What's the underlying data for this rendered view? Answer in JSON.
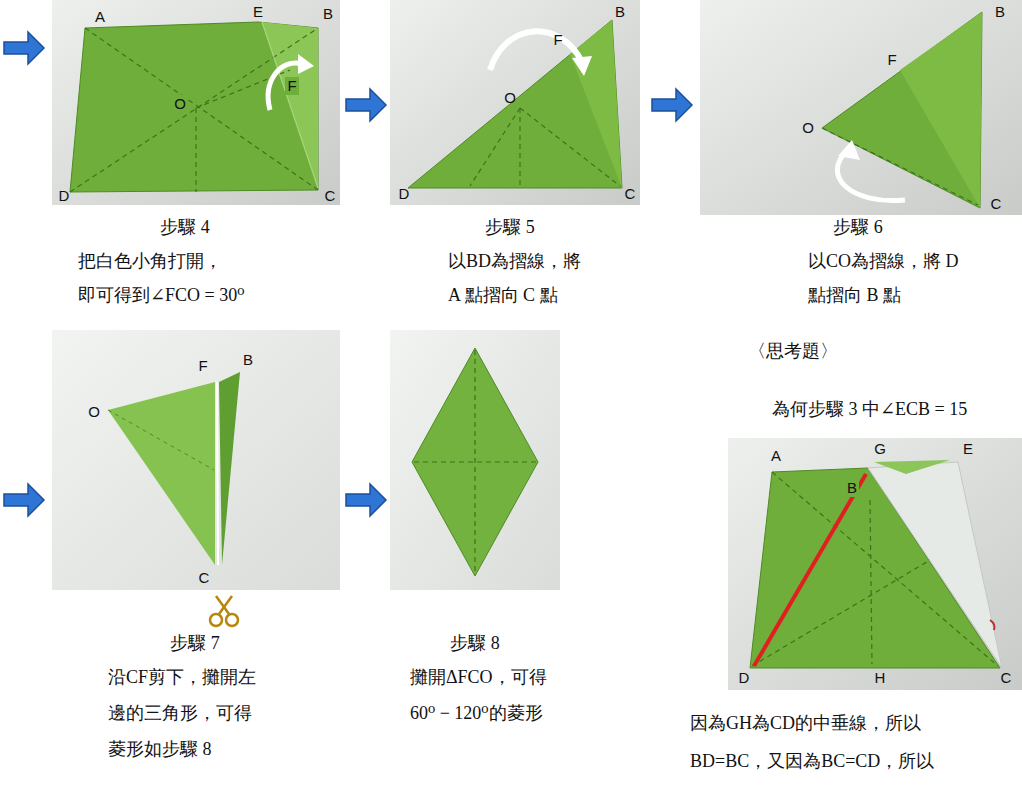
{
  "diagram": {
    "labels": [
      "A",
      "E",
      "B",
      "F",
      "O",
      "D",
      "C",
      "F",
      "B",
      "O",
      "D",
      "C",
      "B",
      "F",
      "O",
      "C",
      "步驟 4",
      "把白色小角打開，",
      "即可得到∠FCO = 30⁰",
      "步驟 5",
      "以BD為摺線，將",
      "A 點摺向 C 點",
      "步驟 6",
      "以CO為摺線，將 D",
      "點摺向 B 點",
      "〈思考題〉",
      "為何步驟 3 中∠ECB = 15",
      "F",
      "B",
      "O",
      "C",
      "A",
      "G",
      "E",
      "B",
      "D",
      "H",
      "C",
      "步驟 7",
      "沿CF剪下，攤開左",
      "邊的三角形，可得",
      "菱形如步驟 8",
      "步驟 8",
      "攤開ΔFCO，可得",
      "60⁰ − 120⁰的菱形",
      "因為GH為CD的中垂線，所以",
      "BD=BC，又因為BC=CD，所以"
    ]
  }
}
